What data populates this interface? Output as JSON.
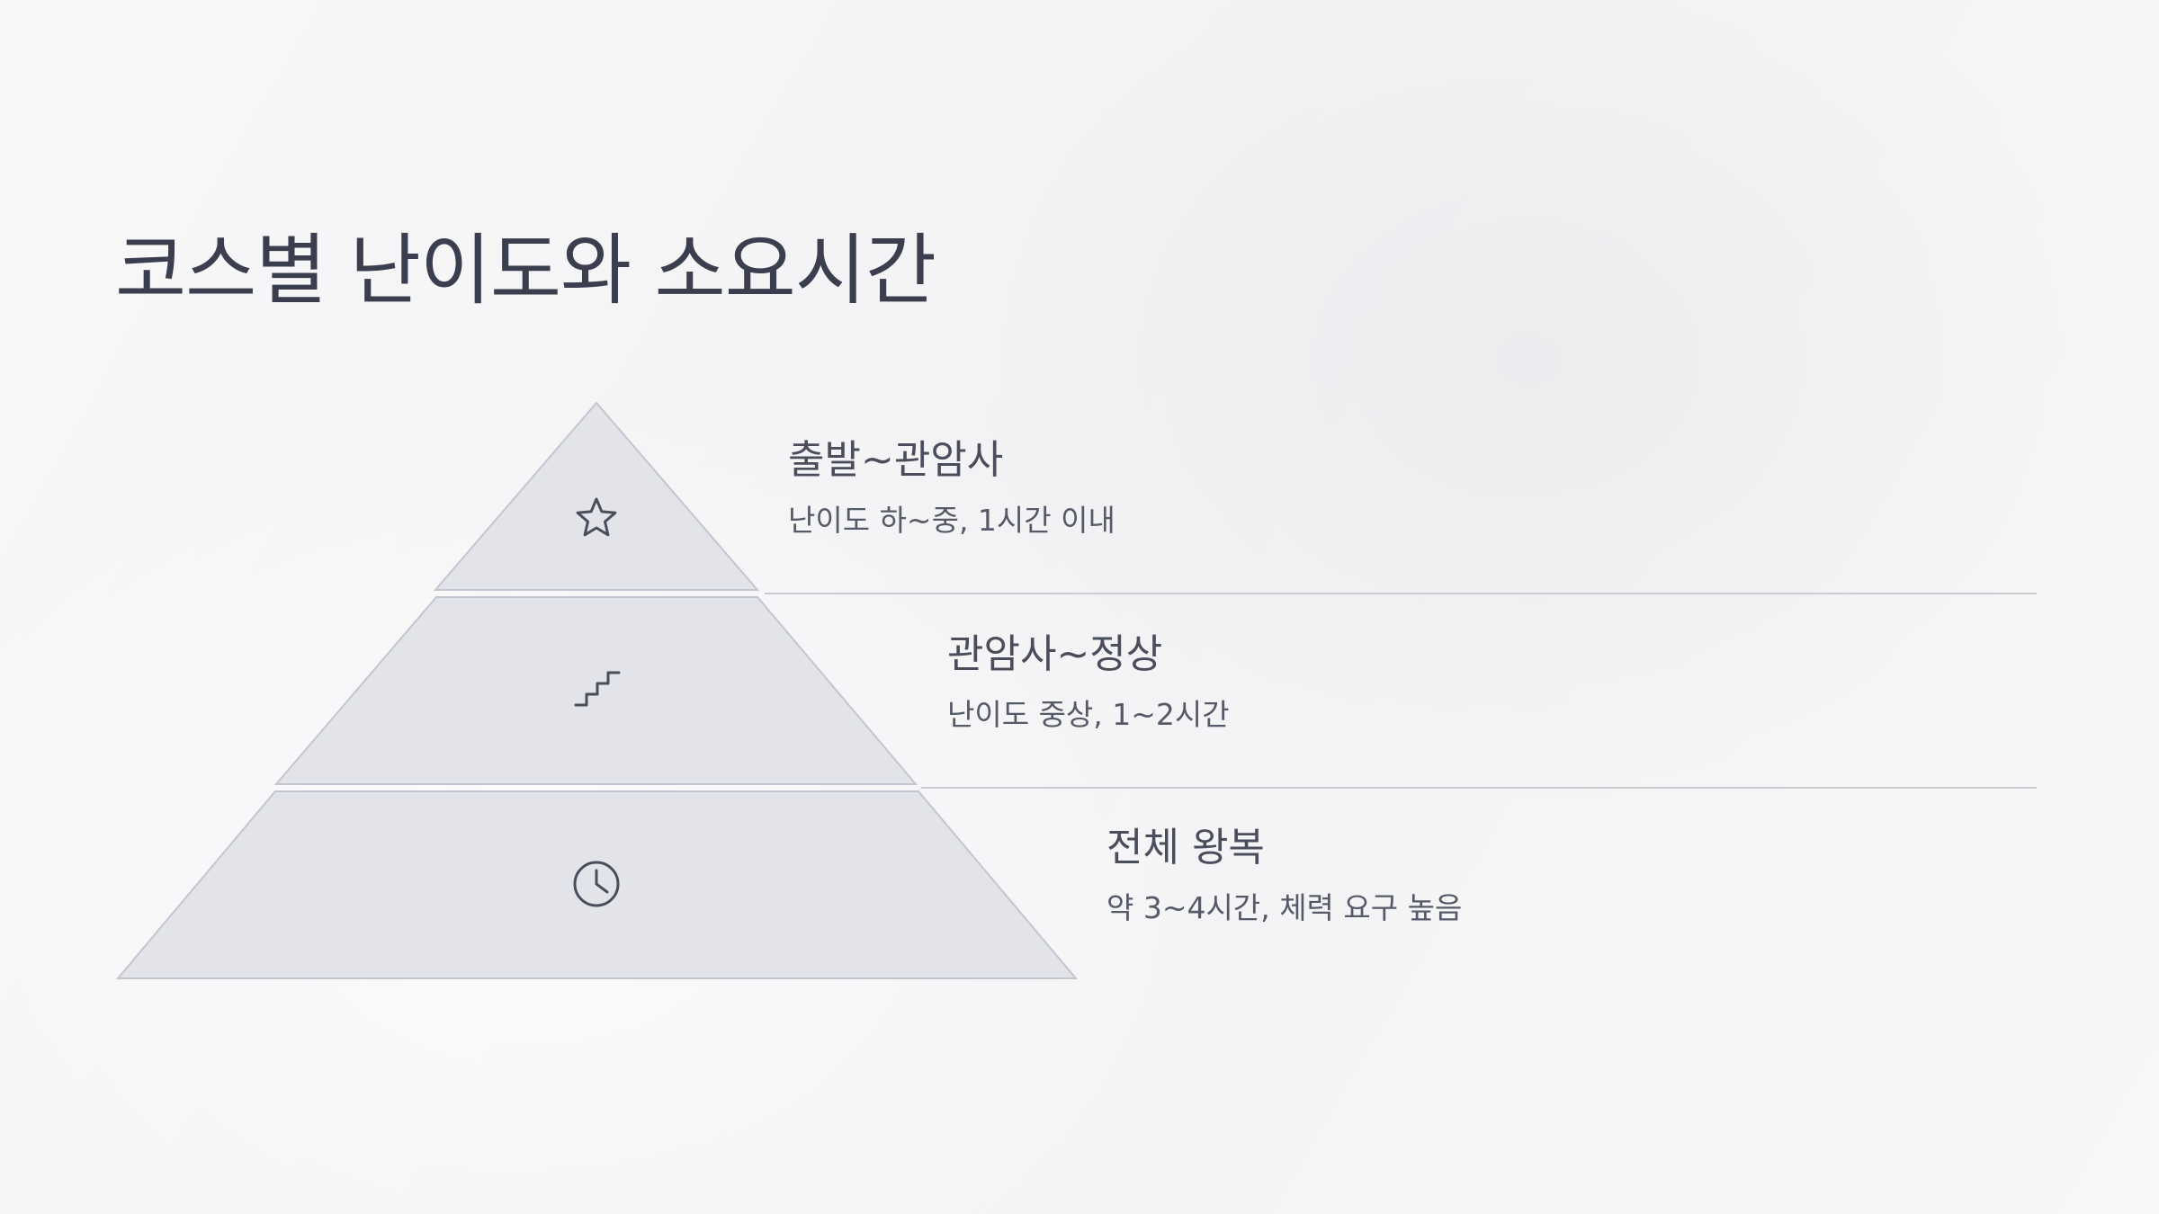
{
  "title": "코스별 난이도와 소요시간",
  "colors": {
    "tier_fill": "#e3e4e9",
    "tier_stroke": "#c3c5cf",
    "icon": "#4a4e5c",
    "title": "#3a3e4e",
    "divider": "#c9cbd3"
  },
  "tiers": [
    {
      "icon": "star-icon",
      "heading": "출발~관암사",
      "description": "난이도 하~중, 1시간 이내"
    },
    {
      "icon": "stairs-icon",
      "heading": "관암사~정상",
      "description": "난이도 중상, 1~2시간"
    },
    {
      "icon": "clock-icon",
      "heading": "전체 왕복",
      "description": "약 3~4시간, 체력 요구 높음"
    }
  ]
}
